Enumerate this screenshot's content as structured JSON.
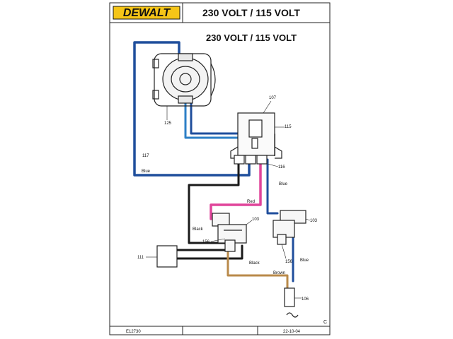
{
  "brand": "DEWALT",
  "header": {
    "title": "230 VOLT / 115 VOLT"
  },
  "diagram_title": "230 VOLT / 115 VOLT",
  "callouts": {
    "motor": "125",
    "switch_box": "107",
    "switch": "115",
    "motor_lead": "117",
    "connector": "116",
    "left_module": "103",
    "left_module_b": "156",
    "right_module": "103",
    "right_module_b": "156",
    "capacitor": "111",
    "plug": "106"
  },
  "wire_labels": {
    "blue_left": "Blue",
    "blue_right": "Blue",
    "blue_lower": "Blue",
    "red": "Red",
    "black_upper": "Black",
    "black_lower": "Black",
    "brown": "Brown"
  },
  "footer": {
    "drawing_number": "E12730",
    "date": "22-10-04",
    "mark": "C"
  },
  "colors": {
    "blue": "#1f4e9c",
    "light_blue": "#2c7fc6",
    "red": "#e0449a",
    "brown": "#b98a4a",
    "black": "#1a1a1a"
  }
}
